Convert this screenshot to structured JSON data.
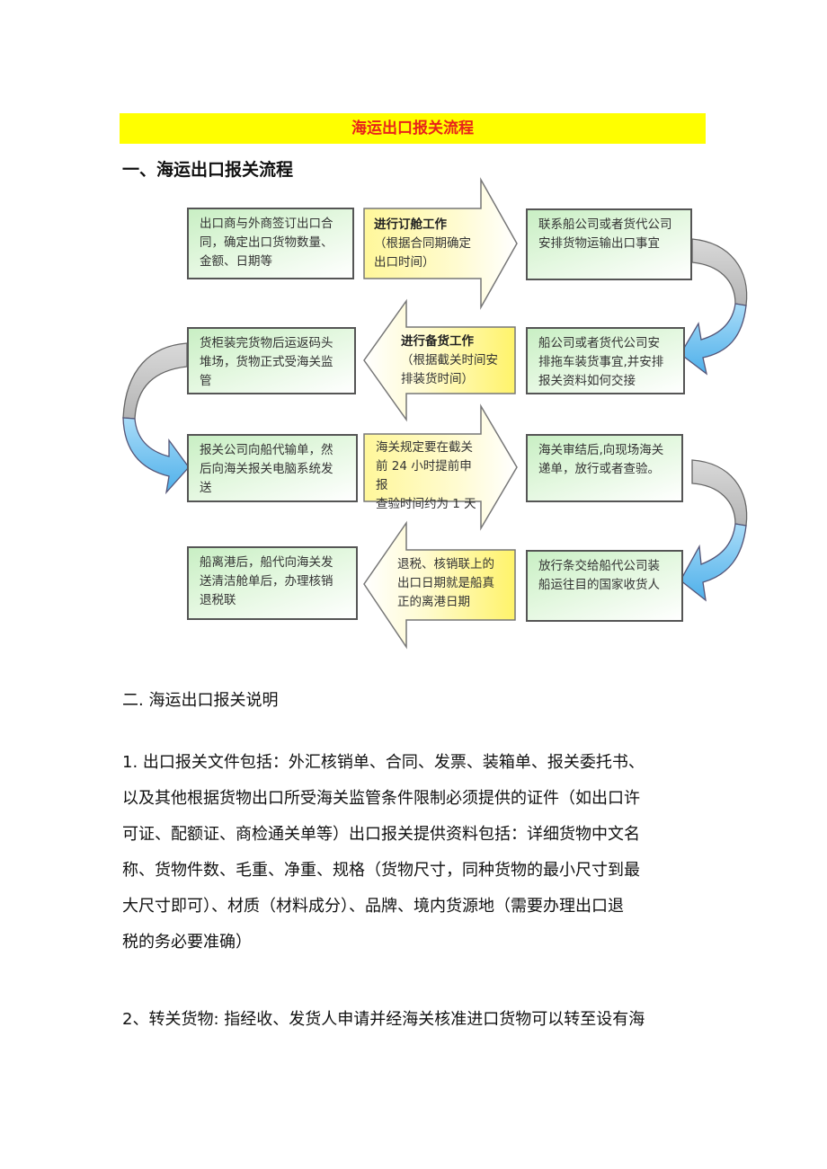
{
  "document": {
    "banner_title": "海运出口报关流程",
    "section1_heading": "一、海运出口报关流程",
    "colors": {
      "banner_bg": "#ffff00",
      "banner_text": "#e8231a",
      "box_green": "#c9efc4",
      "arrow_yellow": "#fff79a",
      "curve_gray": "#c8c8c8",
      "curve_blue": "#5ab4ec"
    },
    "flow": {
      "row1": {
        "left_box": [
          "出口商与外商签订出口合",
          "同，确定出口货物数量、",
          "金额、日期等"
        ],
        "arrow_title": "进行订舱工作",
        "arrow_lines": [
          "（根据合同期确定",
          "出口时间）"
        ],
        "right_box": [
          "联系船公司或者货代公司",
          "安排货物运输出口事宜"
        ]
      },
      "row2": {
        "left_box": [
          "货柜装完货物后运返码头",
          "堆场，货物正式受海关监",
          "管"
        ],
        "arrow_title": "进行备货工作",
        "arrow_lines": [
          "（根据截关时间安",
          "排装货时间）"
        ],
        "right_box": [
          "船公司或者货代公司安",
          "排拖车装货事宜,并安排",
          "报关资料如何交接"
        ]
      },
      "row3": {
        "left_box": [
          "报关公司向船代输单，然",
          "后向海关报关电脑系统发",
          "送"
        ],
        "arrow_lines": [
          "海关规定要在截关",
          "前 24 小时提前申报",
          "查验时间约为 1 天"
        ],
        "right_box": [
          "海关审结后,向现场海关",
          "递单，放行或者查验。"
        ]
      },
      "row4": {
        "left_box": [
          "船离港后，船代向海关发",
          "送清洁舱单后，办理核销",
          "退税联"
        ],
        "arrow_lines": [
          "退税、核销联上的",
          "出口日期就是船真",
          "正的离港日期"
        ],
        "right_box": [
          "放行条交给船代公司装",
          "船运往目的国家收货人"
        ]
      }
    },
    "section2_heading": "二. 海运出口报关说明",
    "paragraph1": [
      "1. 出口报关文件包括：外汇核销单、合同、发票、装箱单、报关委托书、",
      "以及其他根据货物出口所受海关监管条件限制必须提供的证件（如出口许",
      "可证、配额证、商检通关单等）出口报关提供资料包括：详细货物中文名",
      "称、货物件数、毛重、净重、规格（货物尺寸，同种货物的最小尺寸到最",
      "大尺寸即可）、材质（材料成分）、品牌、境内货源地（需要办理出口退",
      "税的务必要准确）"
    ],
    "paragraph2": [
      "2、转关货物: 指经收、发货人申请并经海关核准进口货物可以转至设有海"
    ]
  }
}
